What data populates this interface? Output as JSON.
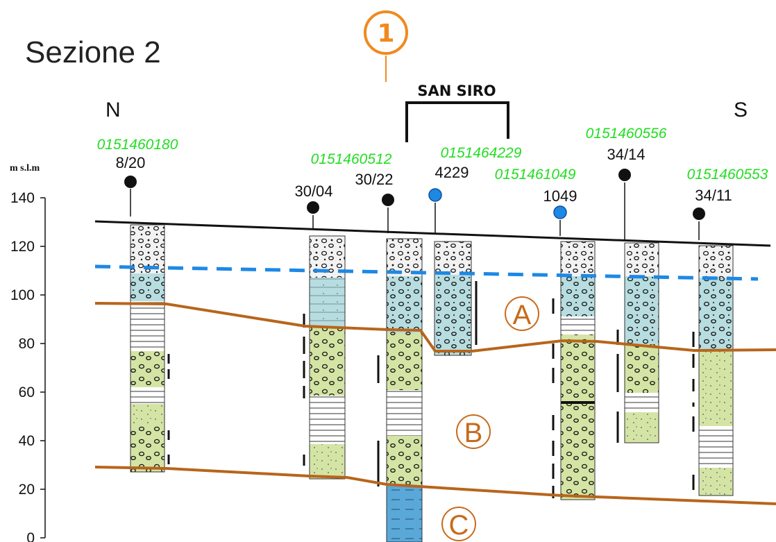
{
  "title": "Sezione 2",
  "directions": {
    "north": "N",
    "south": "S"
  },
  "axis": {
    "unit": "m s.l.m",
    "ticks": [
      "140",
      "120",
      "100",
      "80",
      "60",
      "40",
      "20",
      "0"
    ]
  },
  "marker": {
    "number": "1"
  },
  "site_label": "SAN SIRO",
  "zones": [
    "A",
    "B",
    "C"
  ],
  "wells": [
    {
      "code": "0151460180",
      "name": "8/20",
      "dot_color": "#111111"
    },
    {
      "code": "",
      "name": "30/04",
      "dot_color": "#111111"
    },
    {
      "code": "0151460512",
      "name": "30/22",
      "dot_color": "#111111"
    },
    {
      "code": "0151464229",
      "name": "4229",
      "dot_color": "#1e88e5"
    },
    {
      "code": "0151461049",
      "name": "1049",
      "dot_color": "#1e88e5"
    },
    {
      "code": "0151460556",
      "name": "34/14",
      "dot_color": "#111111"
    },
    {
      "code": "0151460553",
      "name": "34/11",
      "dot_color": "#111111"
    }
  ],
  "colors": {
    "boundary": "#b8651c",
    "water_table": "#1e88e5",
    "gravel_light": "#f2f2f2",
    "gravel_aquifer": "#b7dde0",
    "green_unit": "#d4e4a4",
    "clay_blue": "#5aa8d8",
    "zone_text": "#c86a1a",
    "marker_orange": "#f08a1e",
    "code_green": "#22dd22"
  }
}
